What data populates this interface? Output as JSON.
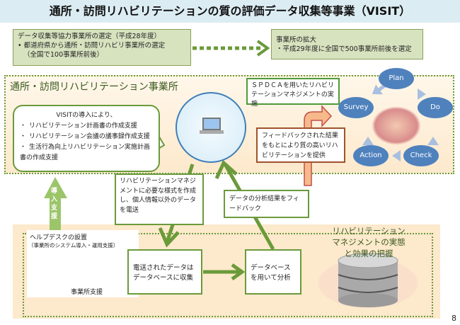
{
  "title": "通所・訪問リハビリテーションの質の評価データ収集等事業（VISIT）",
  "top_left": {
    "heading": "データ収集等協力事業所の選定（平成28年度）",
    "line1": "•  都道府県から通所・訪問リハビリ事業所の選定",
    "line2": "（全国で100事業所前後）"
  },
  "top_right": {
    "heading": "事業所の拡大",
    "line1": "・平成29年度に全国で500事業所前後を選定"
  },
  "facility": {
    "title": "通所・訪問リハビリテーション事業所",
    "bubble": {
      "intro": "VISITの導入により、",
      "items": [
        "リハビリテーション計画書の作成支援",
        "リハビリテーション会議の議事録作成支援",
        "生活行為向上リハビリテーション実施計画書の作成支援"
      ]
    },
    "spdca": "ＳＰＤＣＡを用いたリハビリテーションマネジメントの実施",
    "feedback_result": "フィードバックされた結果をもとにより質の高いリハビリテーションを提供",
    "cycle": [
      "Plan",
      "Do",
      "Check",
      "Action",
      "Survey"
    ],
    "icon": "laptop-icon"
  },
  "support_arrow": "導入支援",
  "send_box": "リハビリテーションマネジメントに必要な様式を作成し、個人情報以外のデータを電送",
  "feedback_box": "データの分析結果をフィードバック",
  "helpdesk": {
    "title": "ヘルプデスクの設置",
    "subtitle": "（事業所のシステム導入・運用支援）",
    "caption": "事業所支援"
  },
  "collect_box": "電送されたデータはデータベースに収集",
  "analyze_box": "データベースを用いて分析",
  "grasp": "リハビリテーションマネジメントの実態と効果の把握",
  "page_number": "8",
  "colors": {
    "green": "#6b9a3a",
    "blue": "#4f81bd",
    "orange": "#c0504d"
  }
}
